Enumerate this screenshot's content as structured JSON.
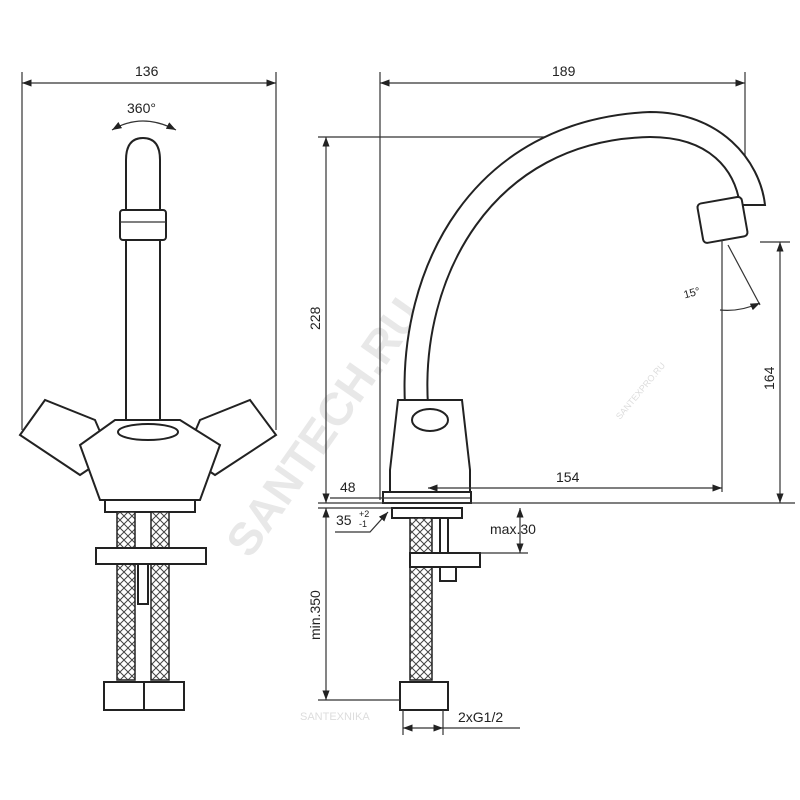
{
  "drawing": {
    "left_view": {
      "width_dim": "136",
      "rotation_dim": "360°"
    },
    "right_view": {
      "reach_dim": "189",
      "height_dim": "228",
      "angle_dim": "15°",
      "outlet_height_dim": "164",
      "spout_reach_dim": "154",
      "base_dim": "48",
      "hole_dim": "35",
      "hole_tol_upper": "+2",
      "hole_tol_lower": "-1",
      "max_thickness_dim": "max.30",
      "hose_length_dim": "min.350",
      "connection_dim": "2xG1/2"
    },
    "watermark": "SANTECH.RU",
    "watermark_small": "SANTEXPRO.RU",
    "watermark_bottom": "SANTEXNIKA"
  }
}
